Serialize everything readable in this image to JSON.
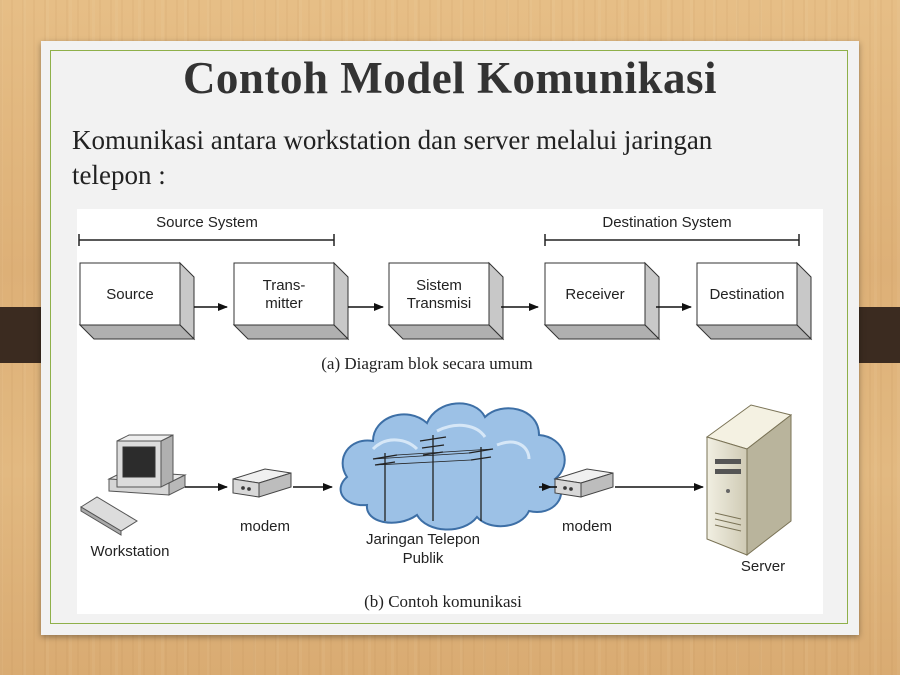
{
  "slide": {
    "title": "Contoh Model Komunikasi",
    "text": "Komunikasi antara workstation dan server melalui jaringan telepon :"
  },
  "diagram_a": {
    "source_system_label": "Source System",
    "destination_system_label": "Destination System",
    "blocks": [
      {
        "lines": [
          "Source"
        ]
      },
      {
        "lines": [
          "Trans-",
          "mitter"
        ]
      },
      {
        "lines": [
          "Sistem",
          "Transmisi"
        ]
      },
      {
        "lines": [
          "Receiver"
        ]
      },
      {
        "lines": [
          "Destination"
        ]
      }
    ],
    "caption": "(a) Diagram blok secara umum"
  },
  "diagram_b": {
    "workstation_label": "Workstation",
    "modem_left_label": "modem",
    "network_label_1": "Jaringan Telepon",
    "network_label_2": "Publik",
    "modem_right_label": "modem",
    "server_label": "Server",
    "caption": "(b) Contoh komunikasi"
  },
  "colors": {
    "frame": "#8fb04a",
    "cloud": "#9cc1e6",
    "box_face": "#ffffff",
    "box_side": "#c8c8c8",
    "tab": "#3b2b20"
  }
}
